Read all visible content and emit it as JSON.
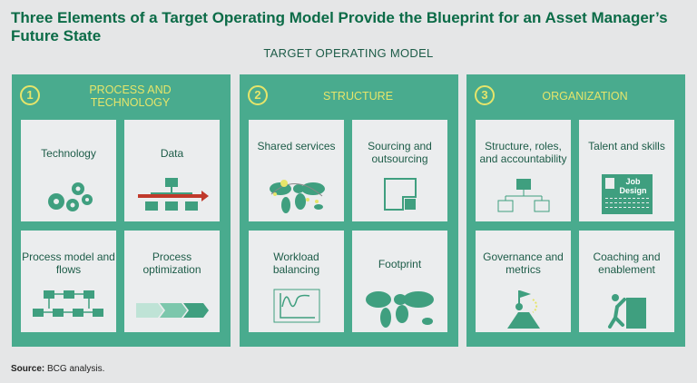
{
  "title": "Three Elements of a Target Operating Model Provide the Blueprint for an Asset Manager’s Future State",
  "subtitle": "TARGET OPERATING MODEL",
  "panels": [
    {
      "number": "1",
      "label": "PROCESS AND TECHNOLOGY",
      "tiles": [
        {
          "label": "Technology",
          "icon": "gears-icon"
        },
        {
          "label": "Data",
          "icon": "data-hierarchy-icon"
        },
        {
          "label": "Process model and flows",
          "icon": "process-flow-icon"
        },
        {
          "label": "Process optimization",
          "icon": "chevron-arrows-icon"
        }
      ]
    },
    {
      "number": "2",
      "label": "STRUCTURE",
      "tiles": [
        {
          "label": "Shared services",
          "icon": "world-map-connections-icon"
        },
        {
          "label": "Sourcing and outsourcing",
          "icon": "sourcing-square-icon"
        },
        {
          "label": "Workload balancing",
          "icon": "workload-chart-icon"
        },
        {
          "label": "Footprint",
          "icon": "world-map-icon"
        }
      ]
    },
    {
      "number": "3",
      "label": "ORGANIZATION",
      "tiles": [
        {
          "label": "Structure, roles, and accountability",
          "icon": "org-chart-icon"
        },
        {
          "label": "Talent and skills",
          "icon": "job-design-icon",
          "icon_text": "Job Design"
        },
        {
          "label": "Governance and metrics",
          "icon": "flag-summit-icon"
        },
        {
          "label": "Coaching and enablement",
          "icon": "climbing-person-icon"
        }
      ]
    }
  ],
  "source": {
    "label": "Source:",
    "text": "BCG analysis."
  },
  "colors": {
    "panel": "#49ab8e",
    "title": "#0b6b47",
    "accent": "#e6e56a",
    "tile": "#ebedee"
  }
}
